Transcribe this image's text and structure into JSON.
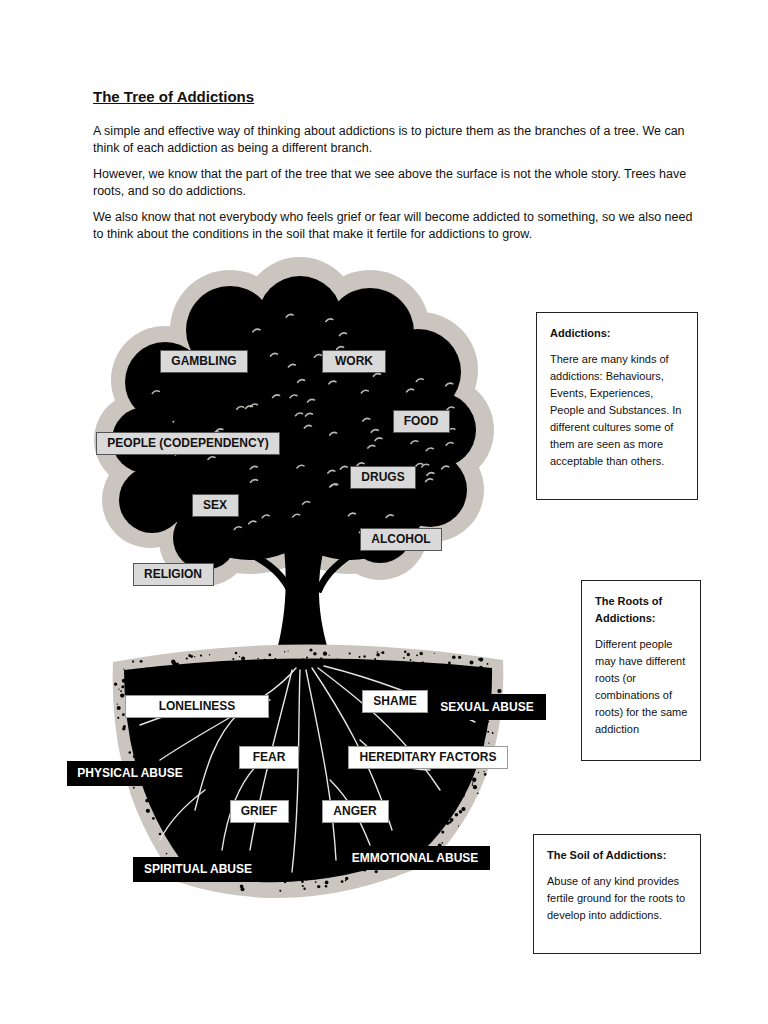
{
  "diagram": {
    "title": "The Tree of Addictions",
    "nodes": [
      {
        "text": [
          "GAMBLING"
        ]
      },
      {
        "text": [
          "WORK"
        ]
      },
      {
        "text": [
          "FOOD"
        ]
      },
      {
        "text": [
          "PEOPLE (CODEPENDENCY)"
        ]
      },
      {
        "text": [
          "DRUGS"
        ]
      },
      {
        "text": [
          "SEX"
        ]
      },
      {
        "text": [
          "ALCOHOL"
        ]
      },
      {
        "text": [
          "RELIGION"
        ]
      },
      {
        "text": [
          "LONELINESS"
        ]
      },
      {
        "text": [
          "SHAME"
        ]
      },
      {
        "text": [
          "SEXUAL ABUSE"
        ]
      },
      {
        "text": [
          "FEAR"
        ]
      },
      {
        "text": [
          "HEREDITARY FACTORS"
        ]
      },
      {
        "text": [
          "PHYSICAL ABUSE"
        ]
      },
      {
        "text": [
          "GRIEF"
        ]
      },
      {
        "text": [
          "ANGER"
        ]
      },
      {
        "text": [
          "EMMOTIONAL ABUSE"
        ]
      },
      {
        "text": [
          "SPIRITUAL ABUSE"
        ]
      },
      {
        "text": [
          "Addictions:",
          "There are many kinds of addictions: Behaviours, Events, Experiences, People and Substances. In different cultures some of them are seen as more acceptable than others."
        ]
      },
      {
        "text": [
          "The Roots of Addictions:",
          "Different people may have different roots (or combinations of roots) for the same addiction"
        ]
      },
      {
        "text": [
          "The Soil of Addictions:",
          "Abuse of any kind provides fertile ground for the roots to develop into addictions."
        ]
      }
    ],
    "labels": [
      "A simple and effective way of thinking about addictions is to picture them as the branches of a tree. We can think of each addiction as being a different branch.",
      "However, we know that the part of the tree that we see above the surface is not the whole story. Trees have roots, and so do addictions.",
      "We also know that not everybody who feels grief or fear will become addicted to something, so we also need to think about the conditions in the soil that make it fertile for addictions to grow."
    ]
  }
}
